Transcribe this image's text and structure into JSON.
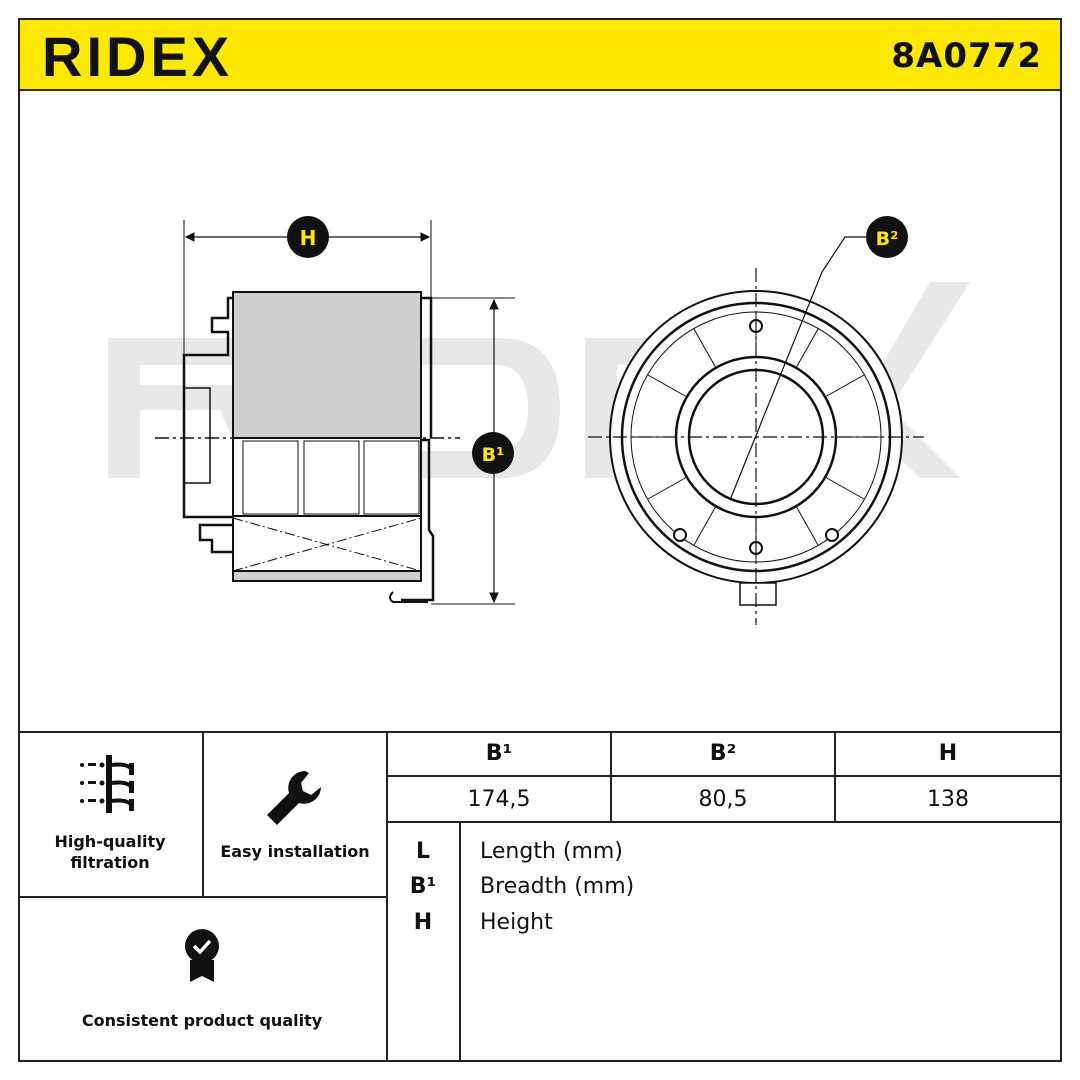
{
  "header": {
    "brand": "RIDEX",
    "part_number": "8A0772"
  },
  "drawing": {
    "labels": {
      "h": "H",
      "b1": "B¹",
      "b2": "B²"
    },
    "watermark": "RIDEX"
  },
  "features": [
    {
      "label": "High-quality filtration",
      "icon": "filtration-icon"
    },
    {
      "label": "Easy installation",
      "icon": "wrench-icon"
    },
    {
      "label": "Consistent product quality",
      "icon": "quality-badge-icon"
    }
  ],
  "dimensions": {
    "headers": [
      "B¹",
      "B²",
      "H"
    ],
    "values": [
      "174,5",
      "80,5",
      "138"
    ]
  },
  "legend": [
    {
      "key": "L",
      "text": "Length (mm)"
    },
    {
      "key": "B¹",
      "text": "Breadth (mm)"
    },
    {
      "key": "H",
      "text": "Height"
    }
  ],
  "colors": {
    "brand_yellow": "#fde800",
    "part_fill": "#cfcfcf",
    "watermark": "#e8e8e8"
  }
}
